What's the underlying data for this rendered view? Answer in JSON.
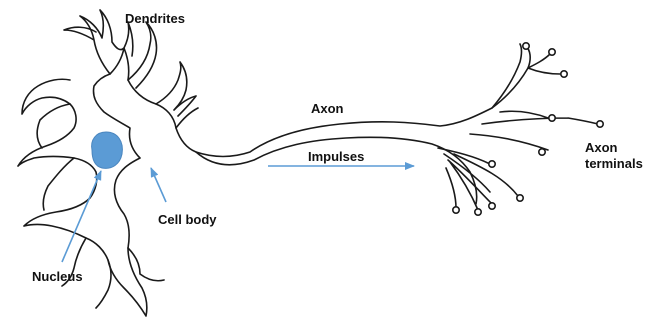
{
  "labels": {
    "dendrites": "Dendrites",
    "axon": "Axon",
    "impulses": "Impulses",
    "axon_terminals_line1": "Axon",
    "axon_terminals_line2": "terminals",
    "cell_body": "Cell body",
    "nucleus": "Nucleus"
  },
  "colors": {
    "outline": "#1a1a1a",
    "nucleus": "#5b9bd5",
    "arrow": "#5b9bd5"
  }
}
